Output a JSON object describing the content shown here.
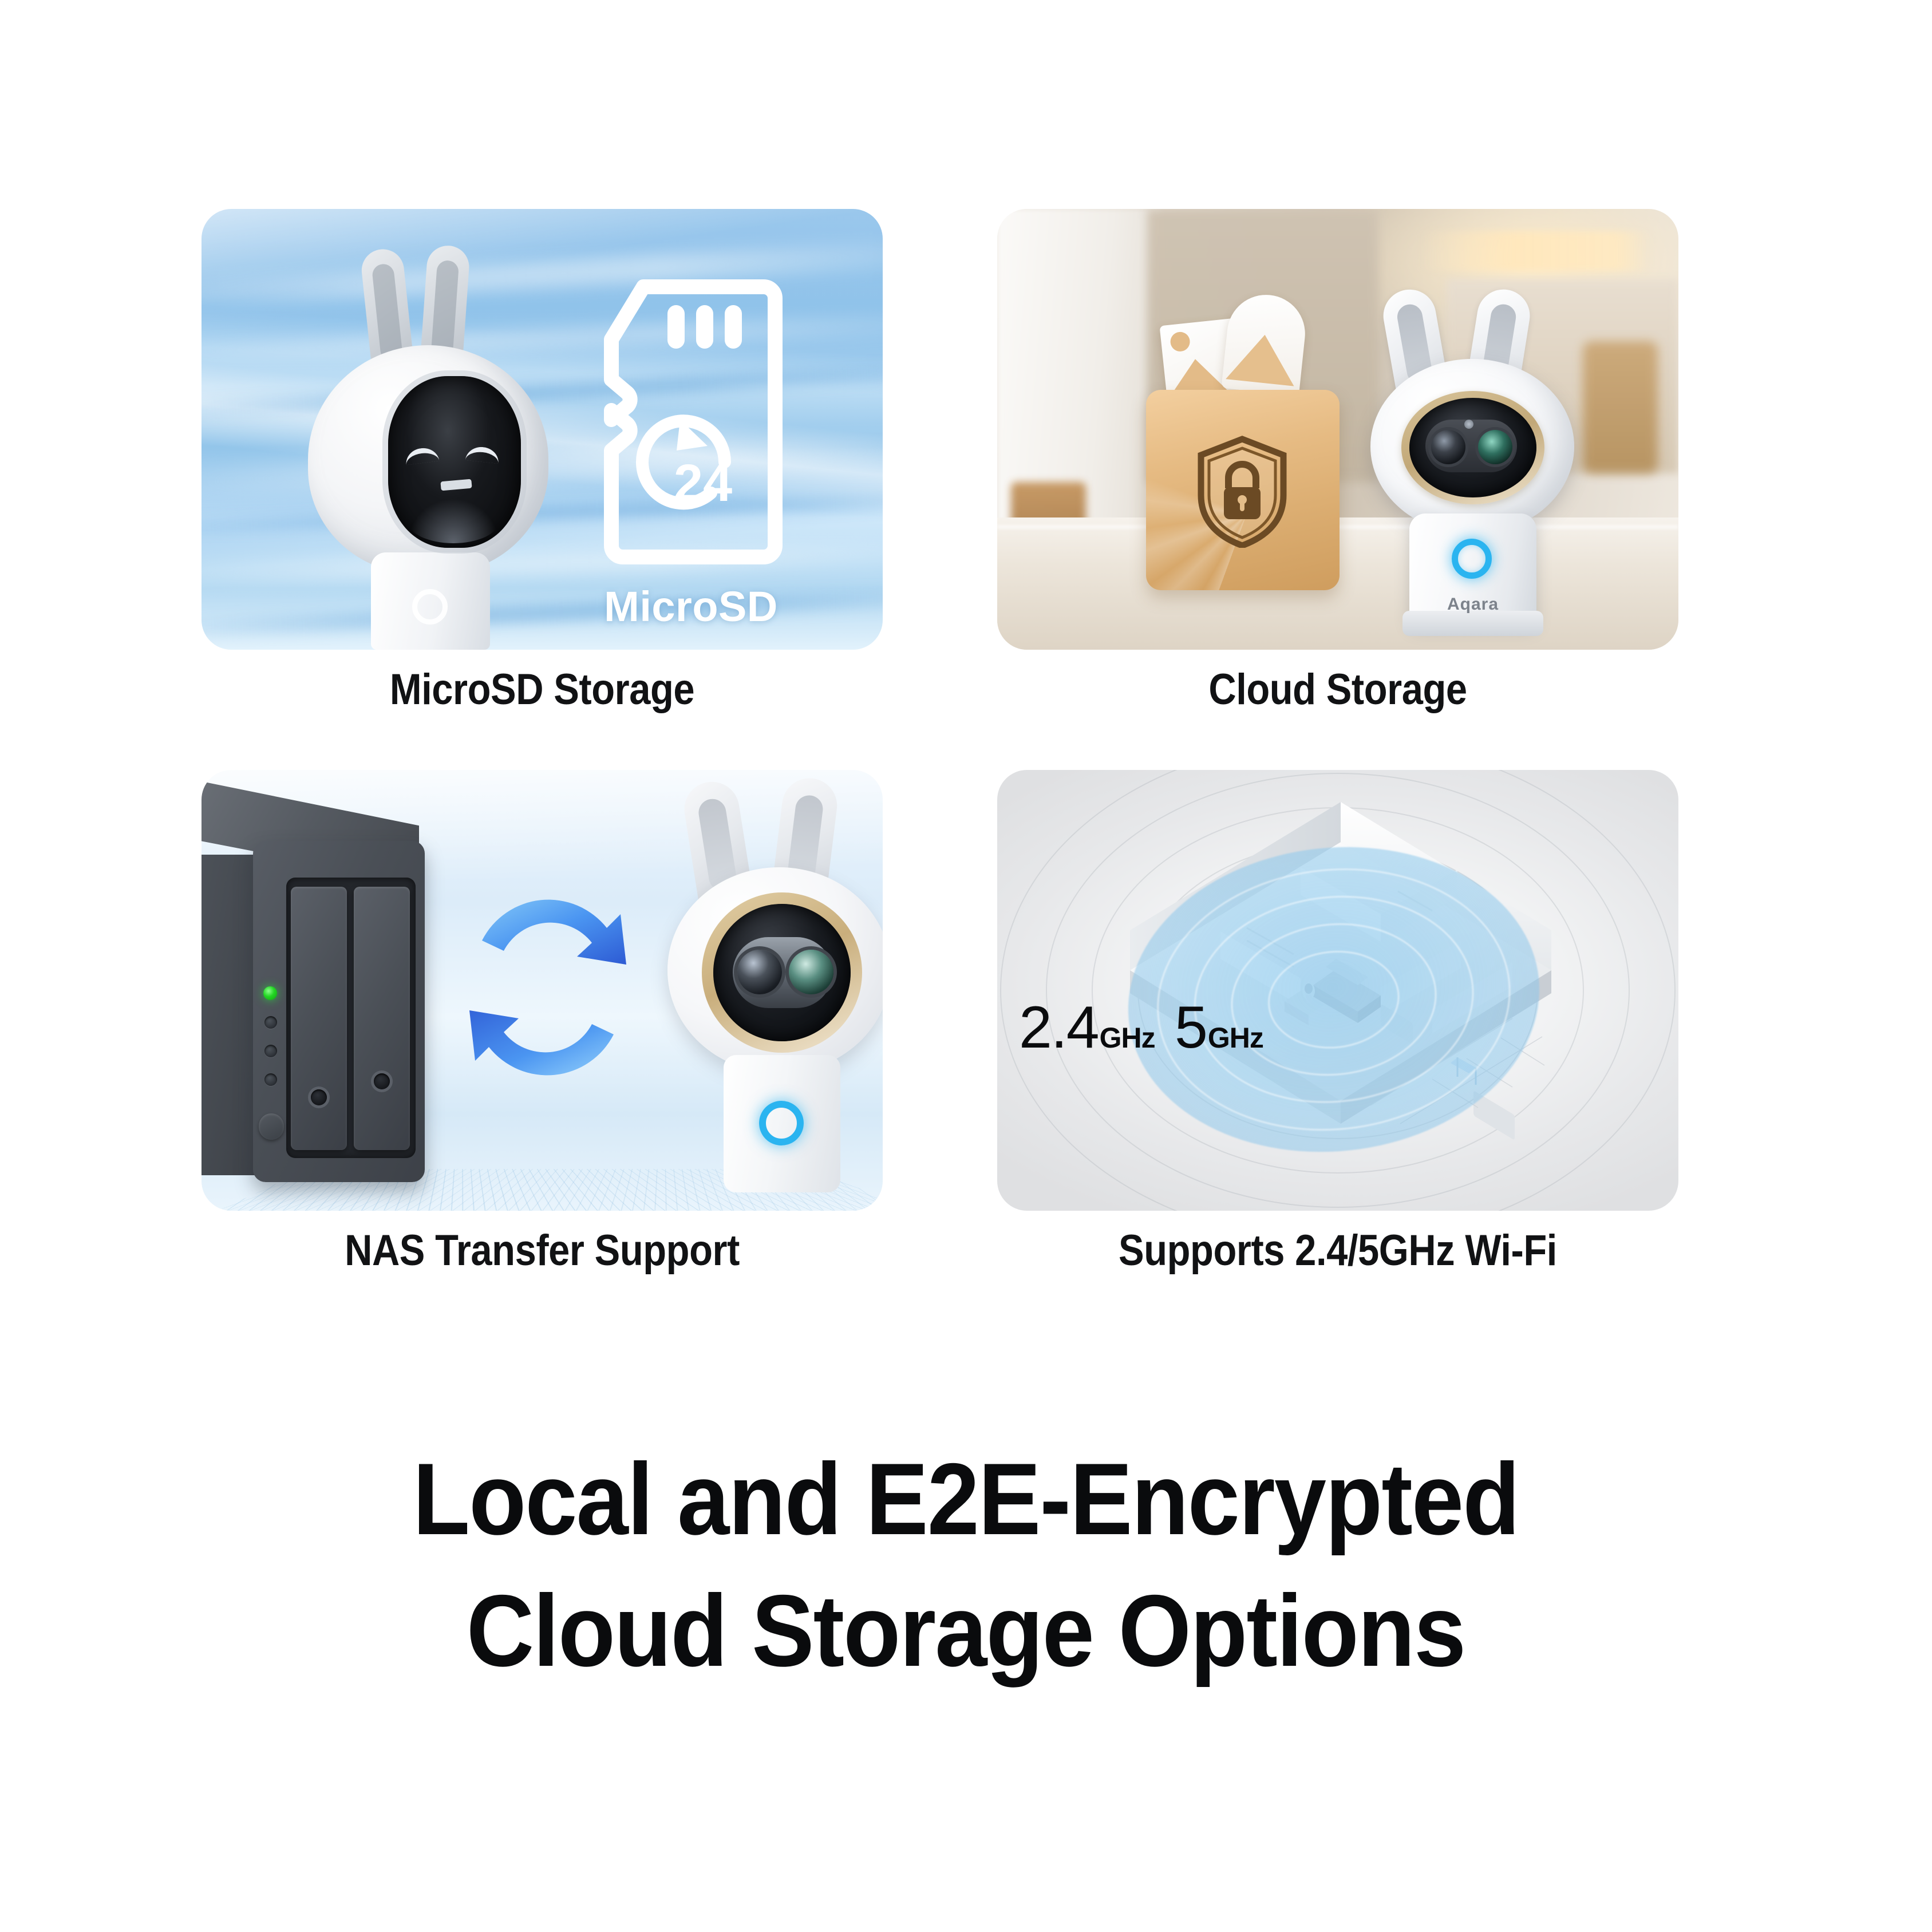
{
  "headline": {
    "line1": "Local and E2E-Encrypted",
    "line2": "Cloud Storage Options"
  },
  "cards": [
    {
      "id": "microsd-storage",
      "caption": "MicroSD Storage",
      "badge_label": "MicroSD",
      "badge_value": "24",
      "icon": "microsd-card-icon",
      "accent_color": "#ffffff",
      "background_color": "#b9dcf4"
    },
    {
      "id": "cloud-storage",
      "caption": "Cloud Storage",
      "icon": "shield-lock-icon",
      "device_brand": "Aqara",
      "accent_color": "#2ab4f0",
      "background_color": "#ddd5c9"
    },
    {
      "id": "nas-transfer-support",
      "caption": "NAS Transfer Support",
      "icon": "sync-arrows-icon",
      "status_led_color": "#23d723",
      "accent_color": "#2a6fe0",
      "background_color": "#dcecf9"
    },
    {
      "id": "wifi-coverage",
      "caption": "Supports 2.4/5GHz Wi-Fi",
      "icon": "wifi-coverage-icon",
      "bands": [
        {
          "value": "2.4",
          "unit": "GHz"
        },
        {
          "value": "5",
          "unit": "GHz"
        }
      ],
      "accent_color": "#96cdee",
      "background_color": "#f2f3f4"
    }
  ]
}
